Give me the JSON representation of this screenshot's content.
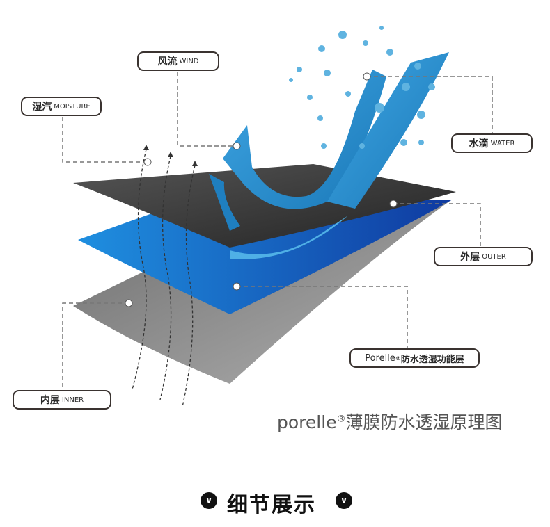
{
  "labels": {
    "wind": {
      "zh": "风流",
      "en": "WIND"
    },
    "moisture": {
      "zh": "湿汽",
      "en": "MOISTURE"
    },
    "water": {
      "zh": "水滴",
      "en": "WATER"
    },
    "outer": {
      "zh": "外层",
      "en": "OUTER"
    },
    "membrane": {
      "brand": "Porelle",
      "reg": "®",
      "zh": "防水透湿功能层"
    },
    "inner": {
      "zh": "内层",
      "en": "INNER"
    }
  },
  "caption": {
    "brand": "porelle",
    "reg": "®",
    "text": "薄膜防水透湿原理图"
  },
  "footer": {
    "title": "细节展示",
    "icon_left": "chevron-down-circle",
    "icon_right": "chevron-down-circle"
  },
  "colors": {
    "outer": "#3a3a3a",
    "membrane": "#1a6fd0",
    "inner": "#8a8a8a",
    "ribbon": "#2e90cf",
    "drop": "#5fb3e0"
  }
}
